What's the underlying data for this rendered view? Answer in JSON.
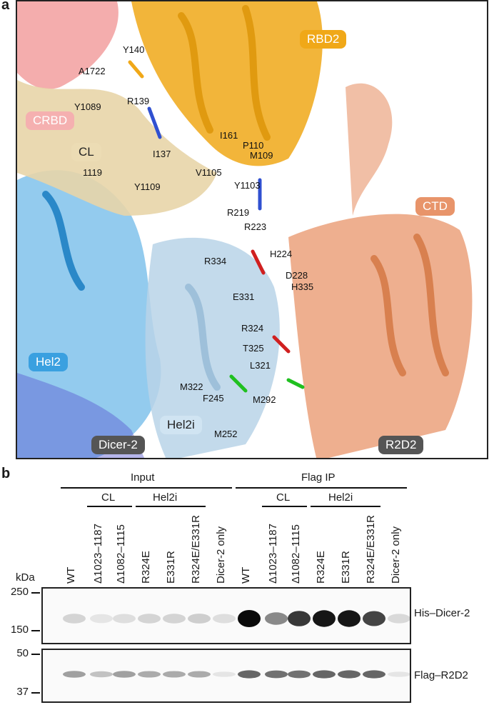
{
  "panel_a": {
    "letter": "a",
    "domains": {
      "crbd": "CRBD",
      "rbd2": "RBD2",
      "cl": "CL",
      "ctd": "CTD",
      "hel2": "Hel2",
      "hel2i": "Hel2i",
      "dicer2": "Dicer-2",
      "r2d2": "R2D2"
    },
    "residues": {
      "y140": "Y140",
      "a1722": "A1722",
      "r139": "R139",
      "y1089": "Y1089",
      "i161": "I161",
      "p110": "P110",
      "m109": "M109",
      "n1119": "1119",
      "i137": "I137",
      "v1105": "V1105",
      "y1109": "Y1109",
      "y1103": "Y1103",
      "r219": "R219",
      "r223": "R223",
      "h224": "H224",
      "r334": "R334",
      "d228": "D228",
      "h335": "H335",
      "e331": "E331",
      "r324": "R324",
      "t325": "T325",
      "l321": "L321",
      "m322": "M322",
      "f245": "F245",
      "m292": "M292",
      "m252": "M252"
    },
    "colors": {
      "rbd2": "#f0a818",
      "cl": "#e8d5a8",
      "crbd": "#f08a8a",
      "ctd": "#e8946a",
      "hel2": "#3aa0e0",
      "hel2i": "#b8d4e8",
      "dicer2_pill": "#555555",
      "r2d2_pill": "#555555"
    }
  },
  "panel_b": {
    "letter": "b",
    "groups": {
      "input": "Input",
      "flag_ip": "Flag IP",
      "cl_1": "CL",
      "hel2i_1": "Hel2i",
      "cl_2": "CL",
      "hel2i_2": "Hel2i"
    },
    "lanes": [
      "WT",
      "Δ1023–1187",
      "Δ1082–1115",
      "R324E",
      "E331R",
      "R324E/E331R",
      "Dicer-2 only",
      "WT",
      "Δ1023–1187",
      "Δ1082–1115",
      "R324E",
      "E331R",
      "R324E/E331R",
      "Dicer-2 only"
    ],
    "kda_label": "kDa",
    "markers_top": [
      "250",
      "150"
    ],
    "markers_bottom": [
      "50",
      "37"
    ],
    "blots": {
      "top": "His–Dicer-2",
      "bottom": "Flag–R2D2"
    },
    "band_intensity_top": [
      0.12,
      0.05,
      0.08,
      0.12,
      0.12,
      0.15,
      0.08,
      1.0,
      0.45,
      0.8,
      0.95,
      0.95,
      0.75,
      0.1
    ],
    "band_intensity_bottom": [
      0.35,
      0.2,
      0.35,
      0.3,
      0.3,
      0.3,
      0.05,
      0.6,
      0.55,
      0.55,
      0.6,
      0.6,
      0.6,
      0.05
    ]
  }
}
